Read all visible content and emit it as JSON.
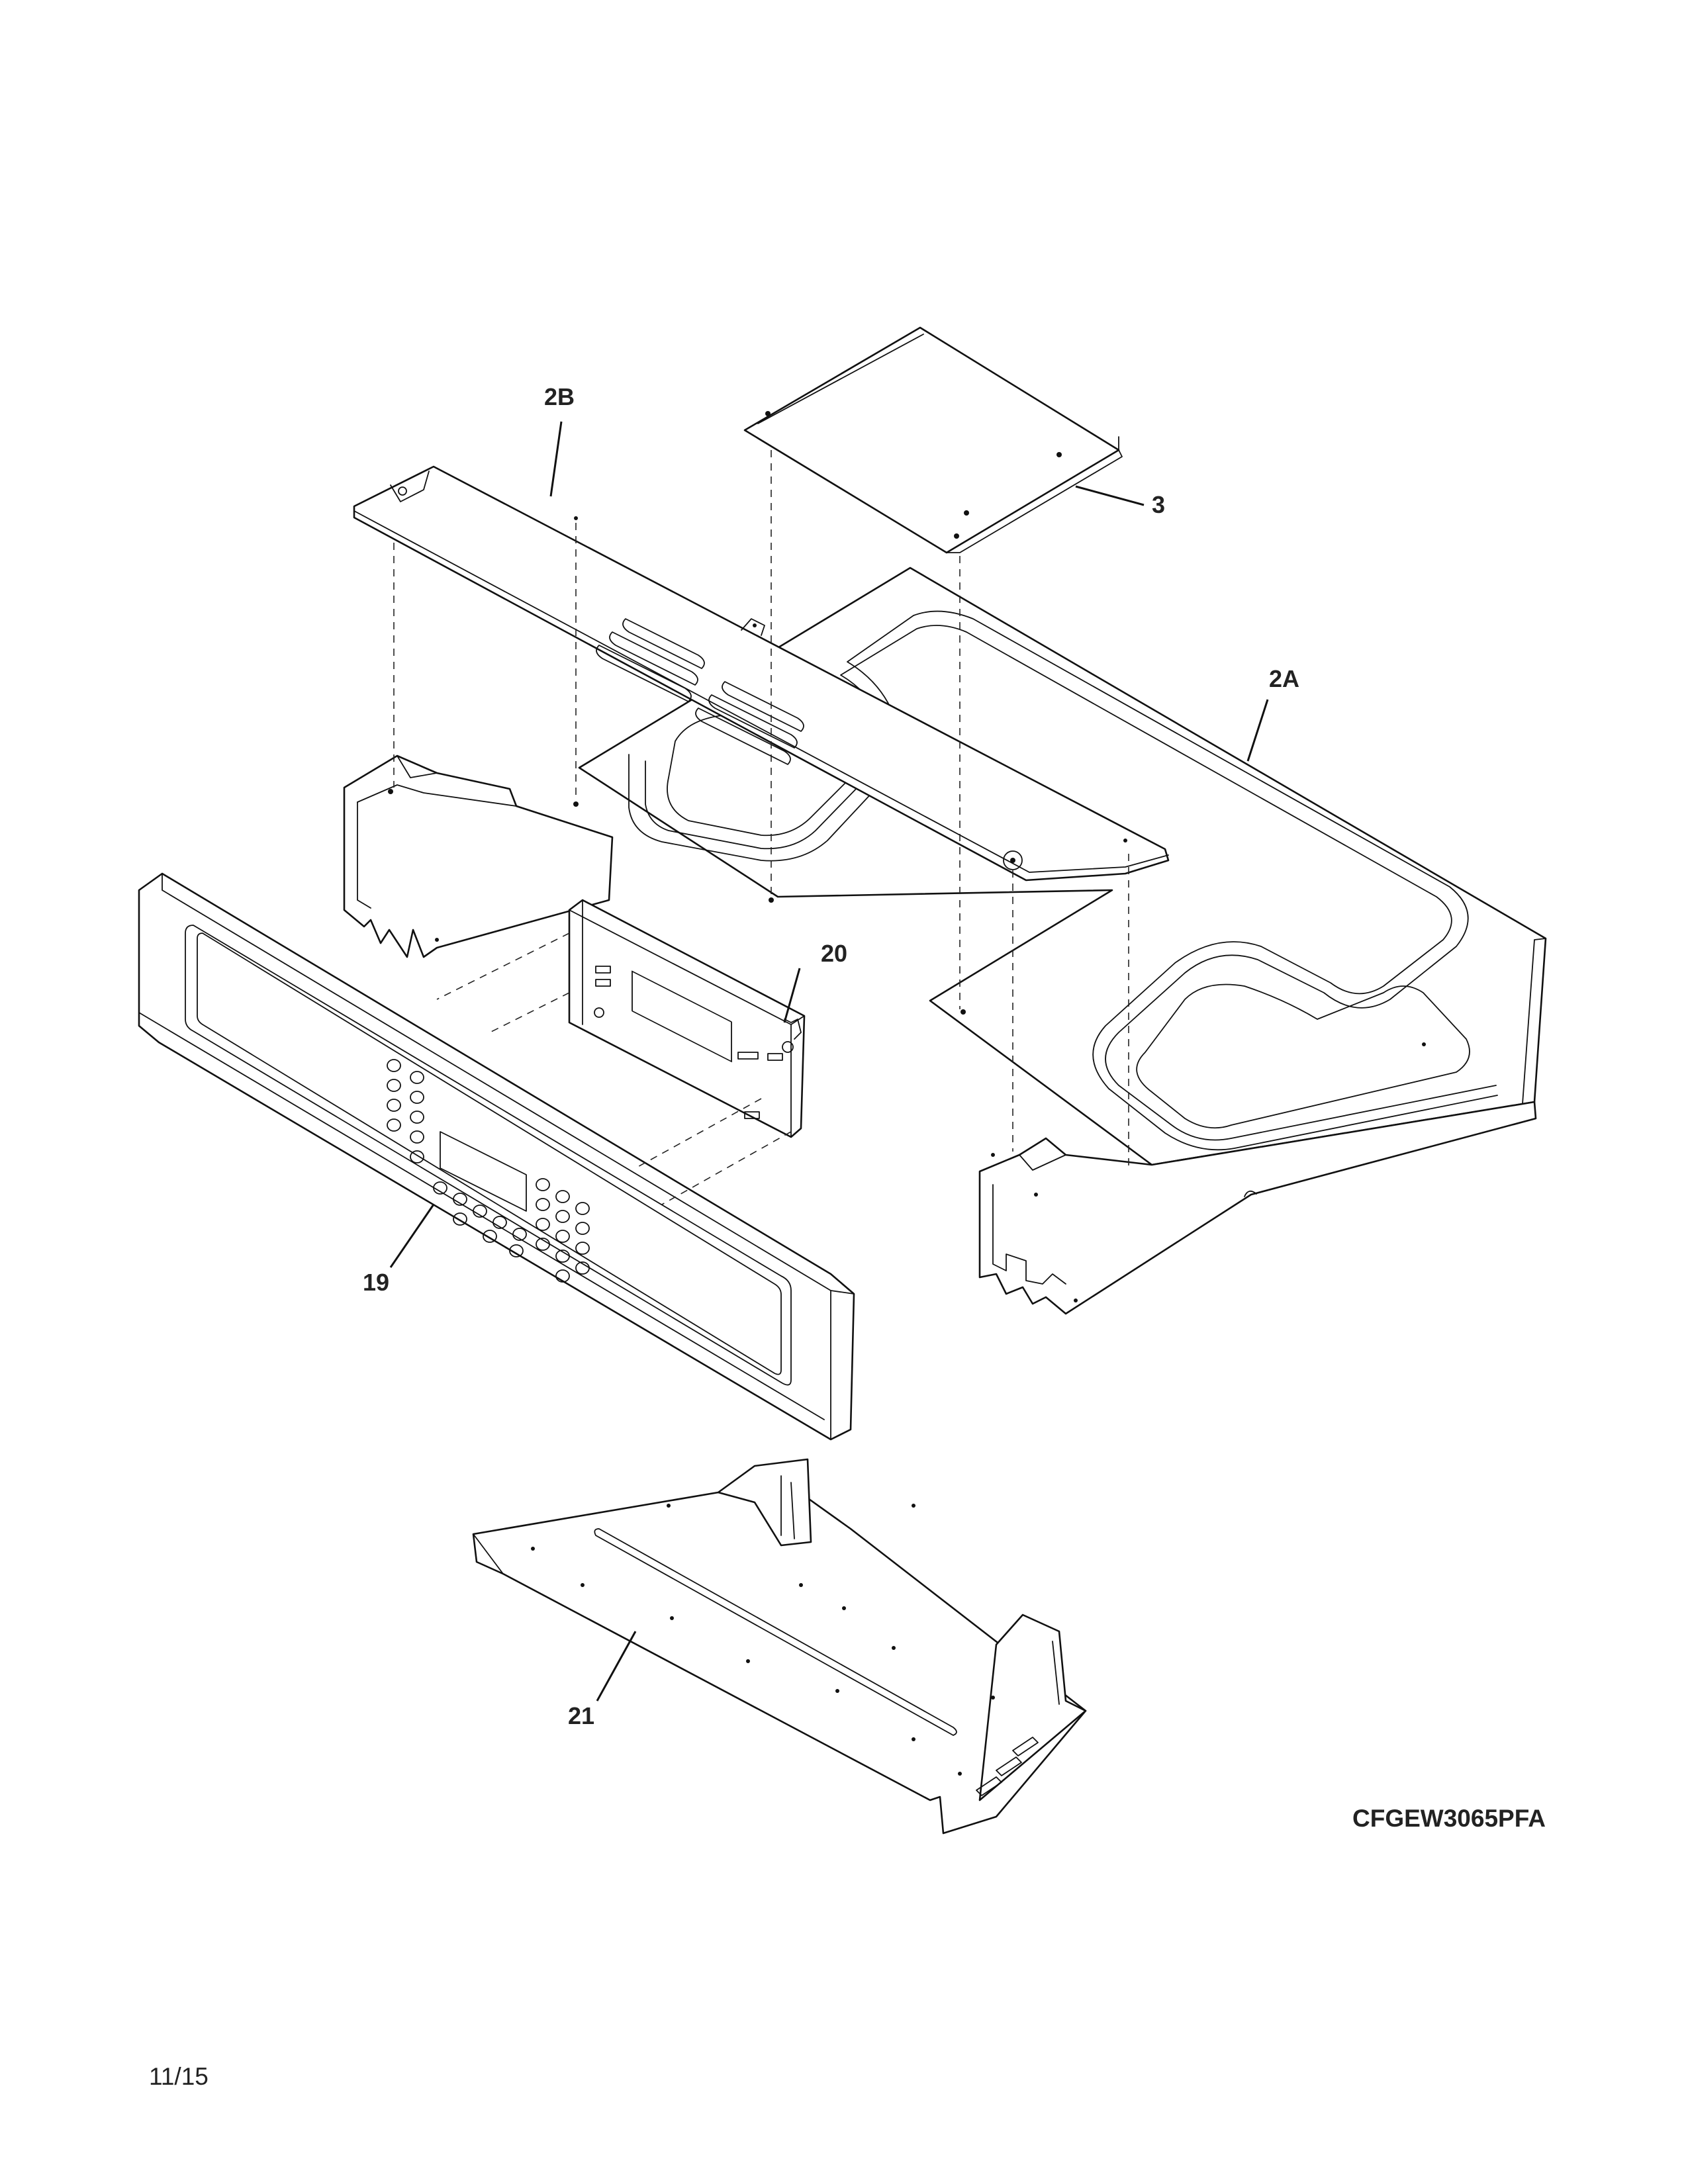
{
  "diagram": {
    "callouts": {
      "part_2a": "2A",
      "part_2b": "2B",
      "part_3": "3",
      "part_19": "19",
      "part_20": "20",
      "part_21": "21"
    },
    "model_number": "CFGEW3065PFA",
    "revision_date": "11/15"
  }
}
